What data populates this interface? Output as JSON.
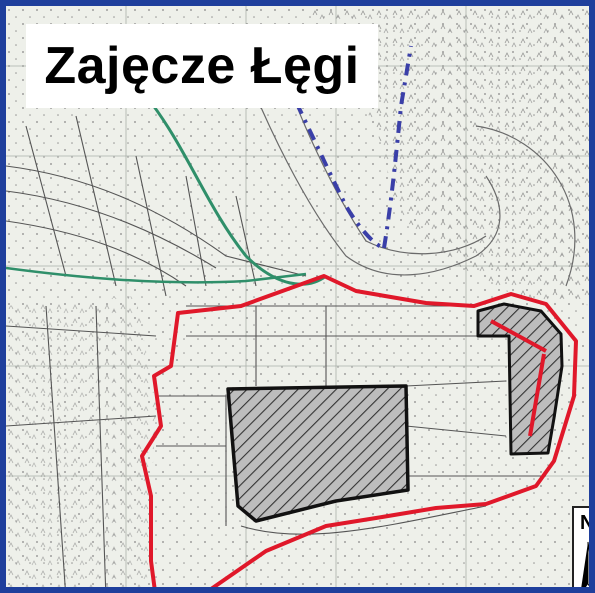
{
  "map": {
    "title": "Zajęcze Łęgi",
    "north_label": "N",
    "colors": {
      "frame": "#1f3f9c",
      "boundary": "#e0182a",
      "hatched_area": "#222222",
      "river_bank": "#2f8f6a",
      "border_dashed": "#3a3fa8",
      "paper": "#eef0ea"
    },
    "legend_features": [
      "protected-area-boundary-red",
      "hatched-zones",
      "dashed-blue-border",
      "river-bank-green"
    ]
  }
}
